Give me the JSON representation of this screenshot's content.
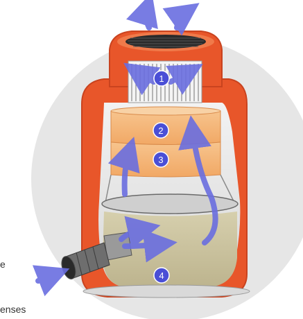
{
  "diagram": {
    "stage_numbers": [
      "1",
      "2",
      "3",
      "4"
    ]
  },
  "cutoff_text": {
    "left_fragment": "e",
    "bottom_fragment": "enses"
  },
  "colors": {
    "background_circle": "#e6e6e6",
    "shell": "#e8562a",
    "shell_dark": "#c9431f",
    "filter_band": "#f5b879",
    "liquid": "#c9c2a0",
    "arrow": "#6a6ee0",
    "badge": "#4a4fd6",
    "inlet_metal": "#5a5a5a"
  }
}
